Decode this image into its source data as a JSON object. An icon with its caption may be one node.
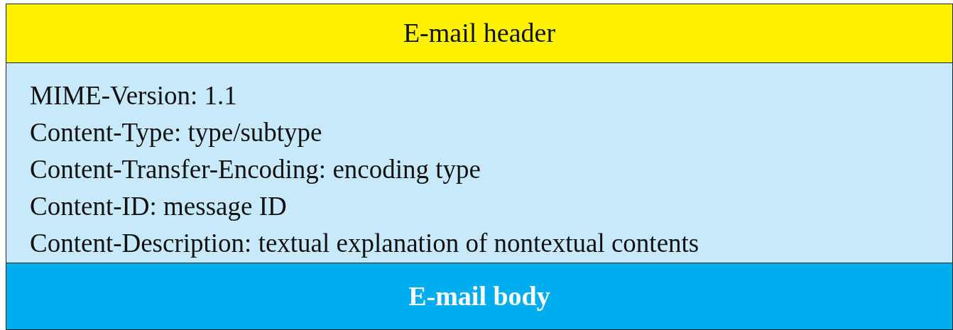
{
  "diagram": {
    "nodes": [
      {
        "text": [
          "E-mail header"
        ]
      },
      {
        "text": [
          "MIME-Version: 1.1",
          "Content-Type: type/subtype",
          "Content-Transfer-Encoding: encoding type",
          "Content-ID: message ID",
          "Content-Description: textual explanation of nontextual contents"
        ]
      },
      {
        "text": [
          "E-mail body"
        ]
      }
    ]
  }
}
